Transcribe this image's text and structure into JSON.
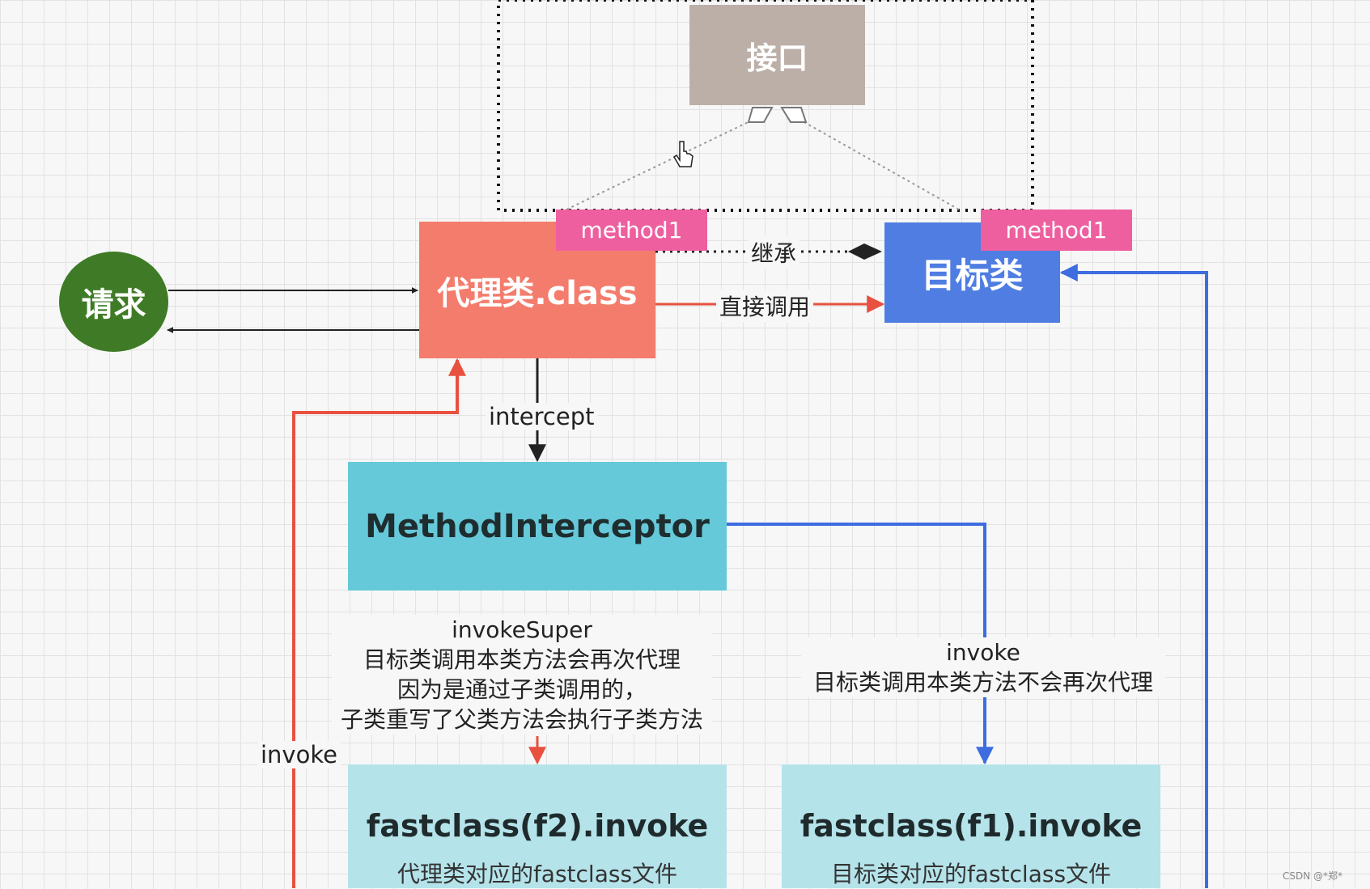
{
  "nodes": {
    "interface": "接口",
    "request": "请求",
    "proxy": "代理类.class",
    "target": "目标类",
    "proxy_method_tag": "method1",
    "target_method_tag": "method1",
    "interceptor": "MethodInterceptor",
    "fastclass_f2": {
      "title": "fastclass(f2).invoke",
      "subtitle": "代理类对应的fastclass文件"
    },
    "fastclass_f1": {
      "title": "fastclass(f1).invoke",
      "subtitle": "目标类对应的fastclass文件"
    }
  },
  "edge_labels": {
    "inherit": "继承",
    "direct_call": "直接调用",
    "intercept": "intercept",
    "invoke_left": "invoke"
  },
  "notes": {
    "invoke_super": {
      "lines": [
        "invokeSuper",
        "目标类调用本类方法会再次代理",
        "因为是通过子类调用的，",
        "子类重写了父类方法会执行子类方法"
      ]
    },
    "invoke": {
      "lines": [
        "invoke",
        "目标类调用本类方法不会再次代理"
      ]
    }
  },
  "watermark": "CSDN @*郑*",
  "colors": {
    "red_flow": "#e8513f",
    "blue_flow": "#3e6de0",
    "black_flow": "#222222"
  }
}
